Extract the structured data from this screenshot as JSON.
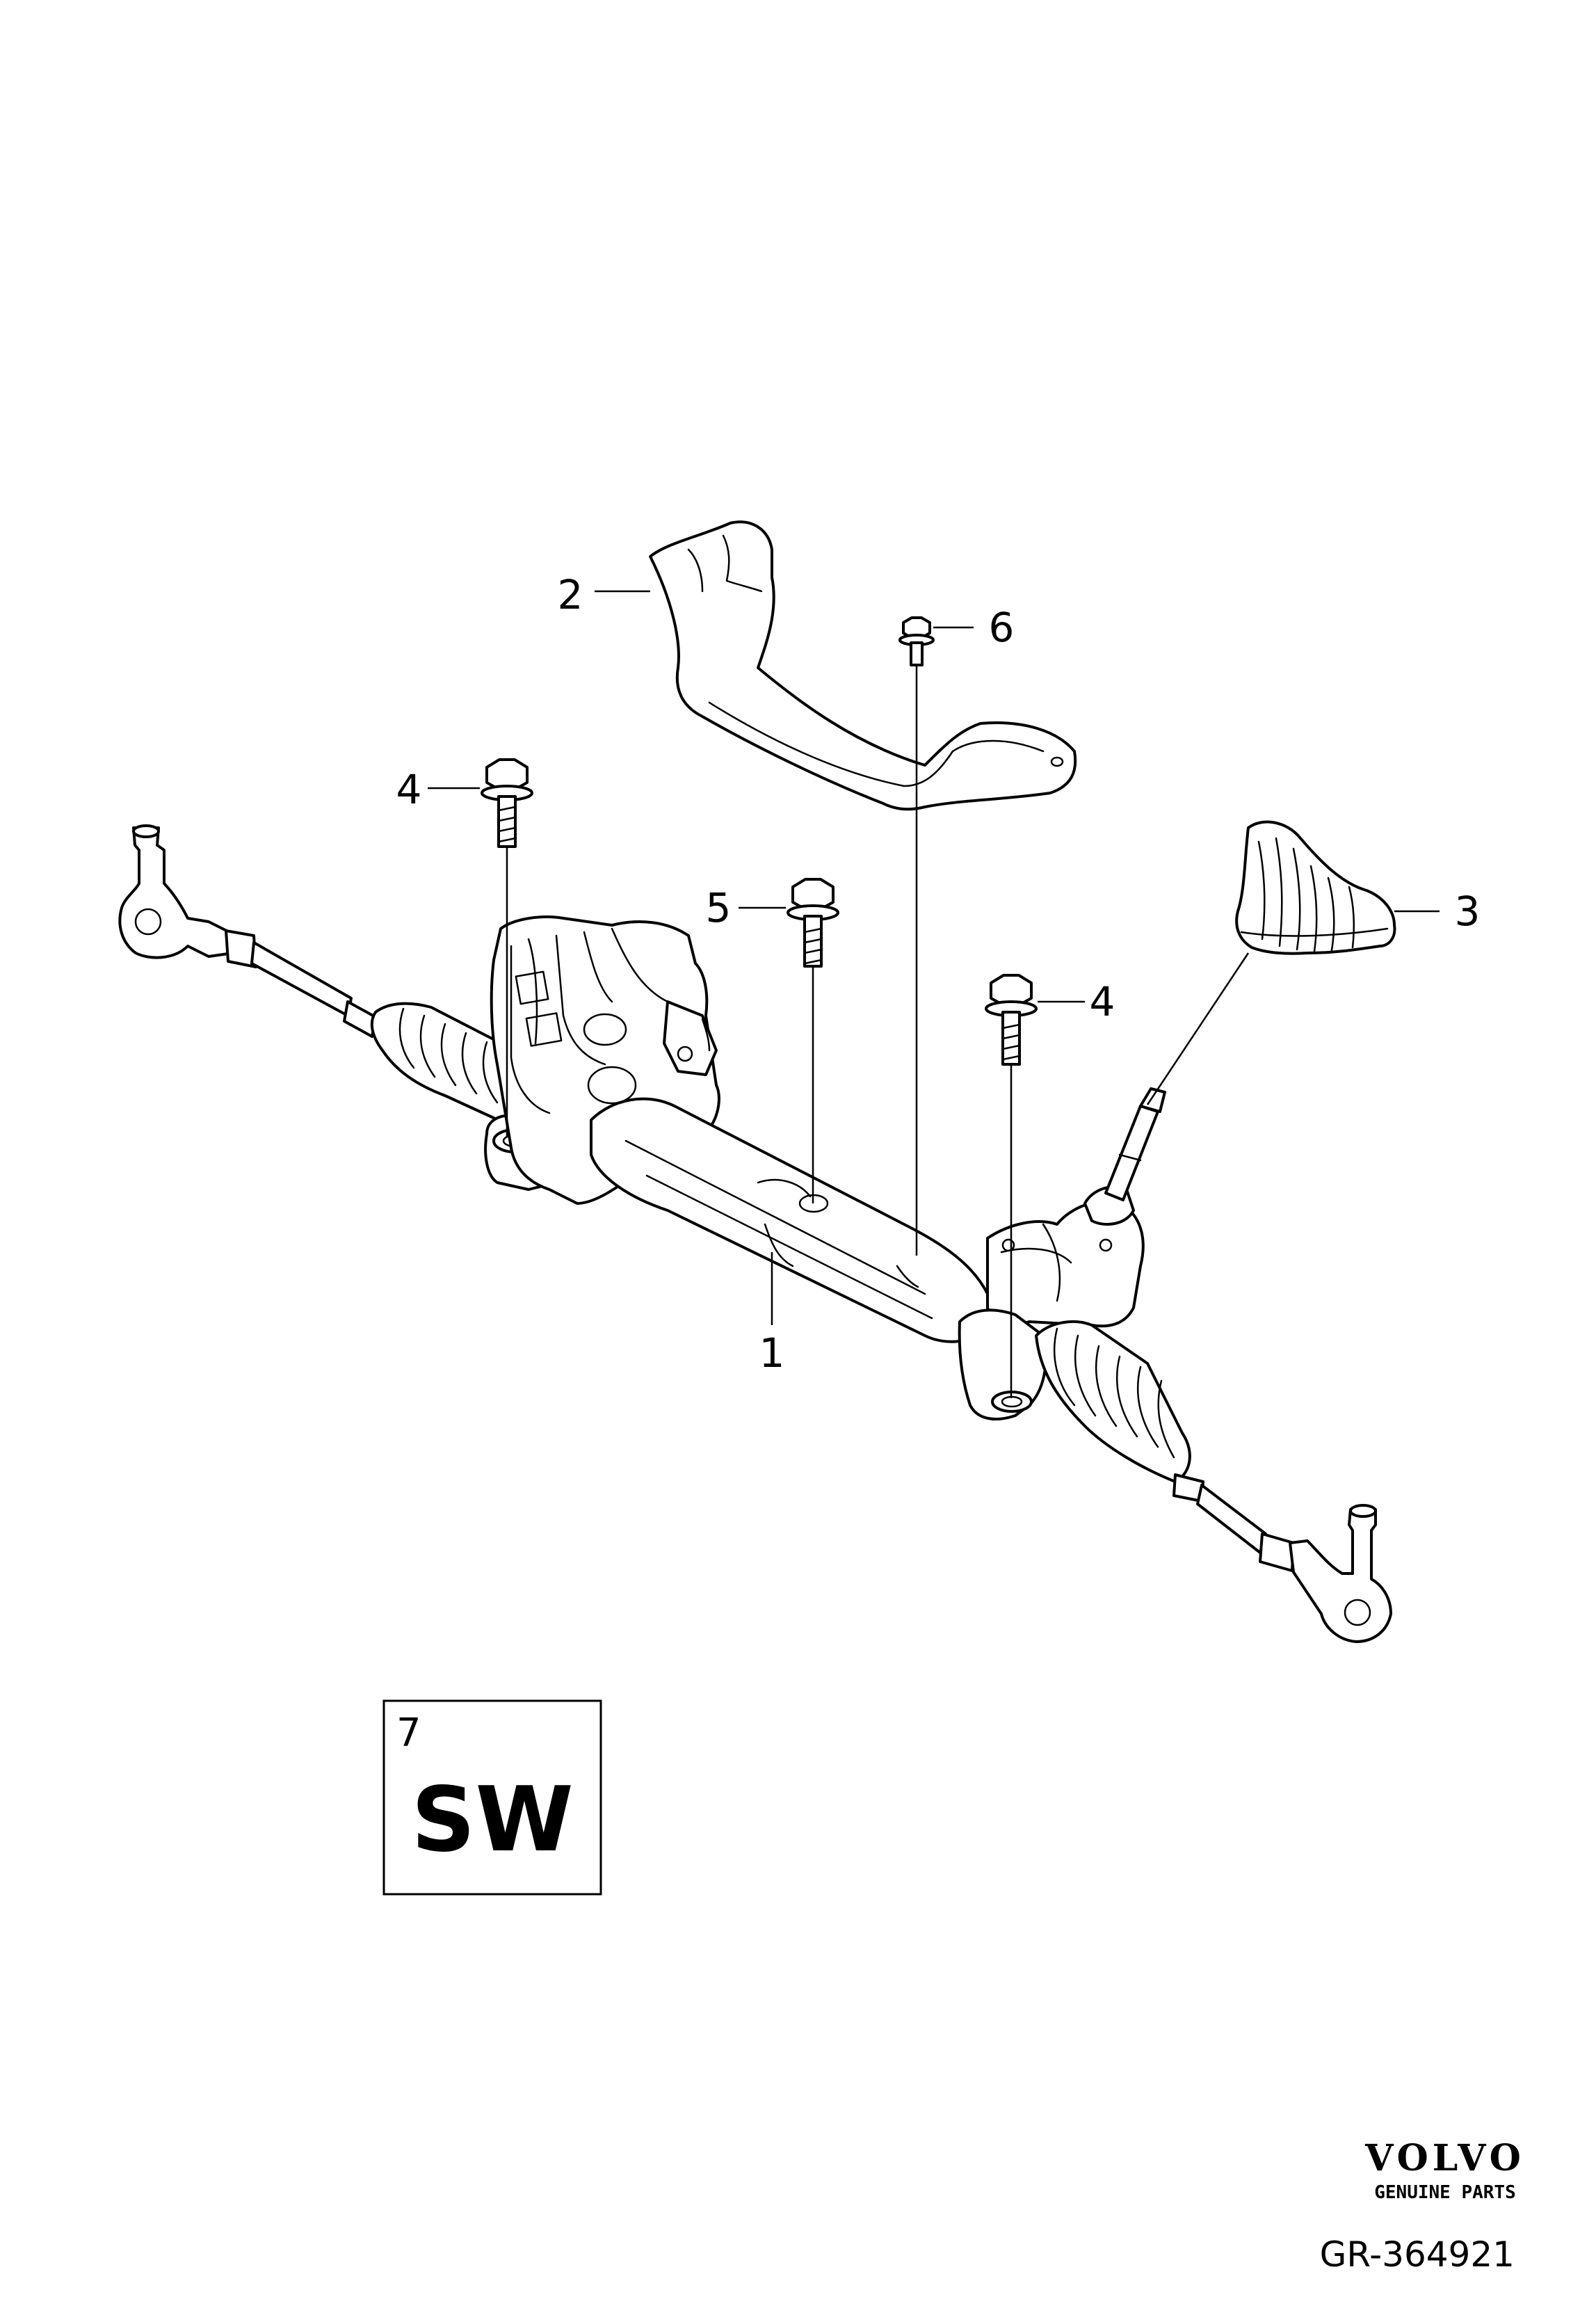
{
  "callouts": [
    "1",
    "2",
    "3",
    "4",
    "4",
    "5",
    "6"
  ],
  "software_box": {
    "number": "7",
    "code": "SW"
  },
  "brand": {
    "name": "VOLVO",
    "tagline": "GENUINE PARTS"
  },
  "diagram_ref": "GR-364921"
}
